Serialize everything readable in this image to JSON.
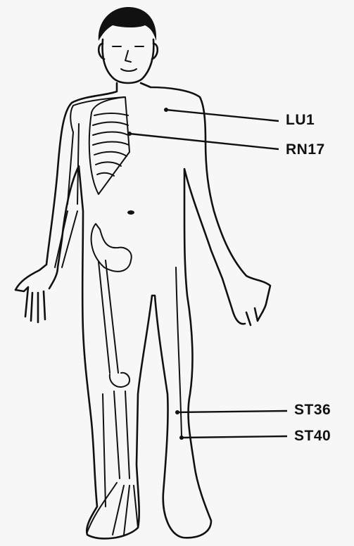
{
  "points": [
    {
      "id": "lu1",
      "label": "LU1"
    },
    {
      "id": "rn17",
      "label": "RN17"
    },
    {
      "id": "st36",
      "label": "ST36"
    },
    {
      "id": "st40",
      "label": "ST40"
    }
  ]
}
